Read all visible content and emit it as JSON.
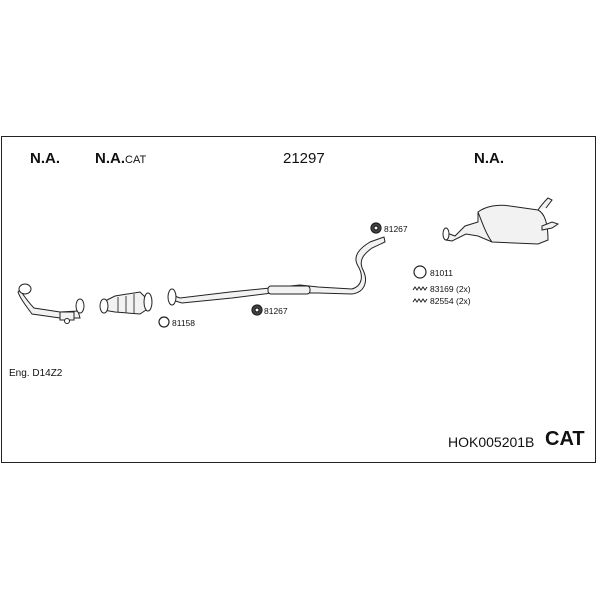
{
  "column_headers": {
    "col1": "N.A.",
    "col2_bold": "N.A.",
    "col2_suffix": "CAT",
    "col3": "21297",
    "col4": "N.A."
  },
  "part_labels": {
    "ring_left": "81158",
    "ring_mid": "81267",
    "ring_top": "81267",
    "ring_right": "81011",
    "spring_1": "83169 (2x)",
    "spring_2": "82554 (2x)"
  },
  "engine": "Eng. D14Z2",
  "product_code": "HOK005201B",
  "category": "CAT"
}
